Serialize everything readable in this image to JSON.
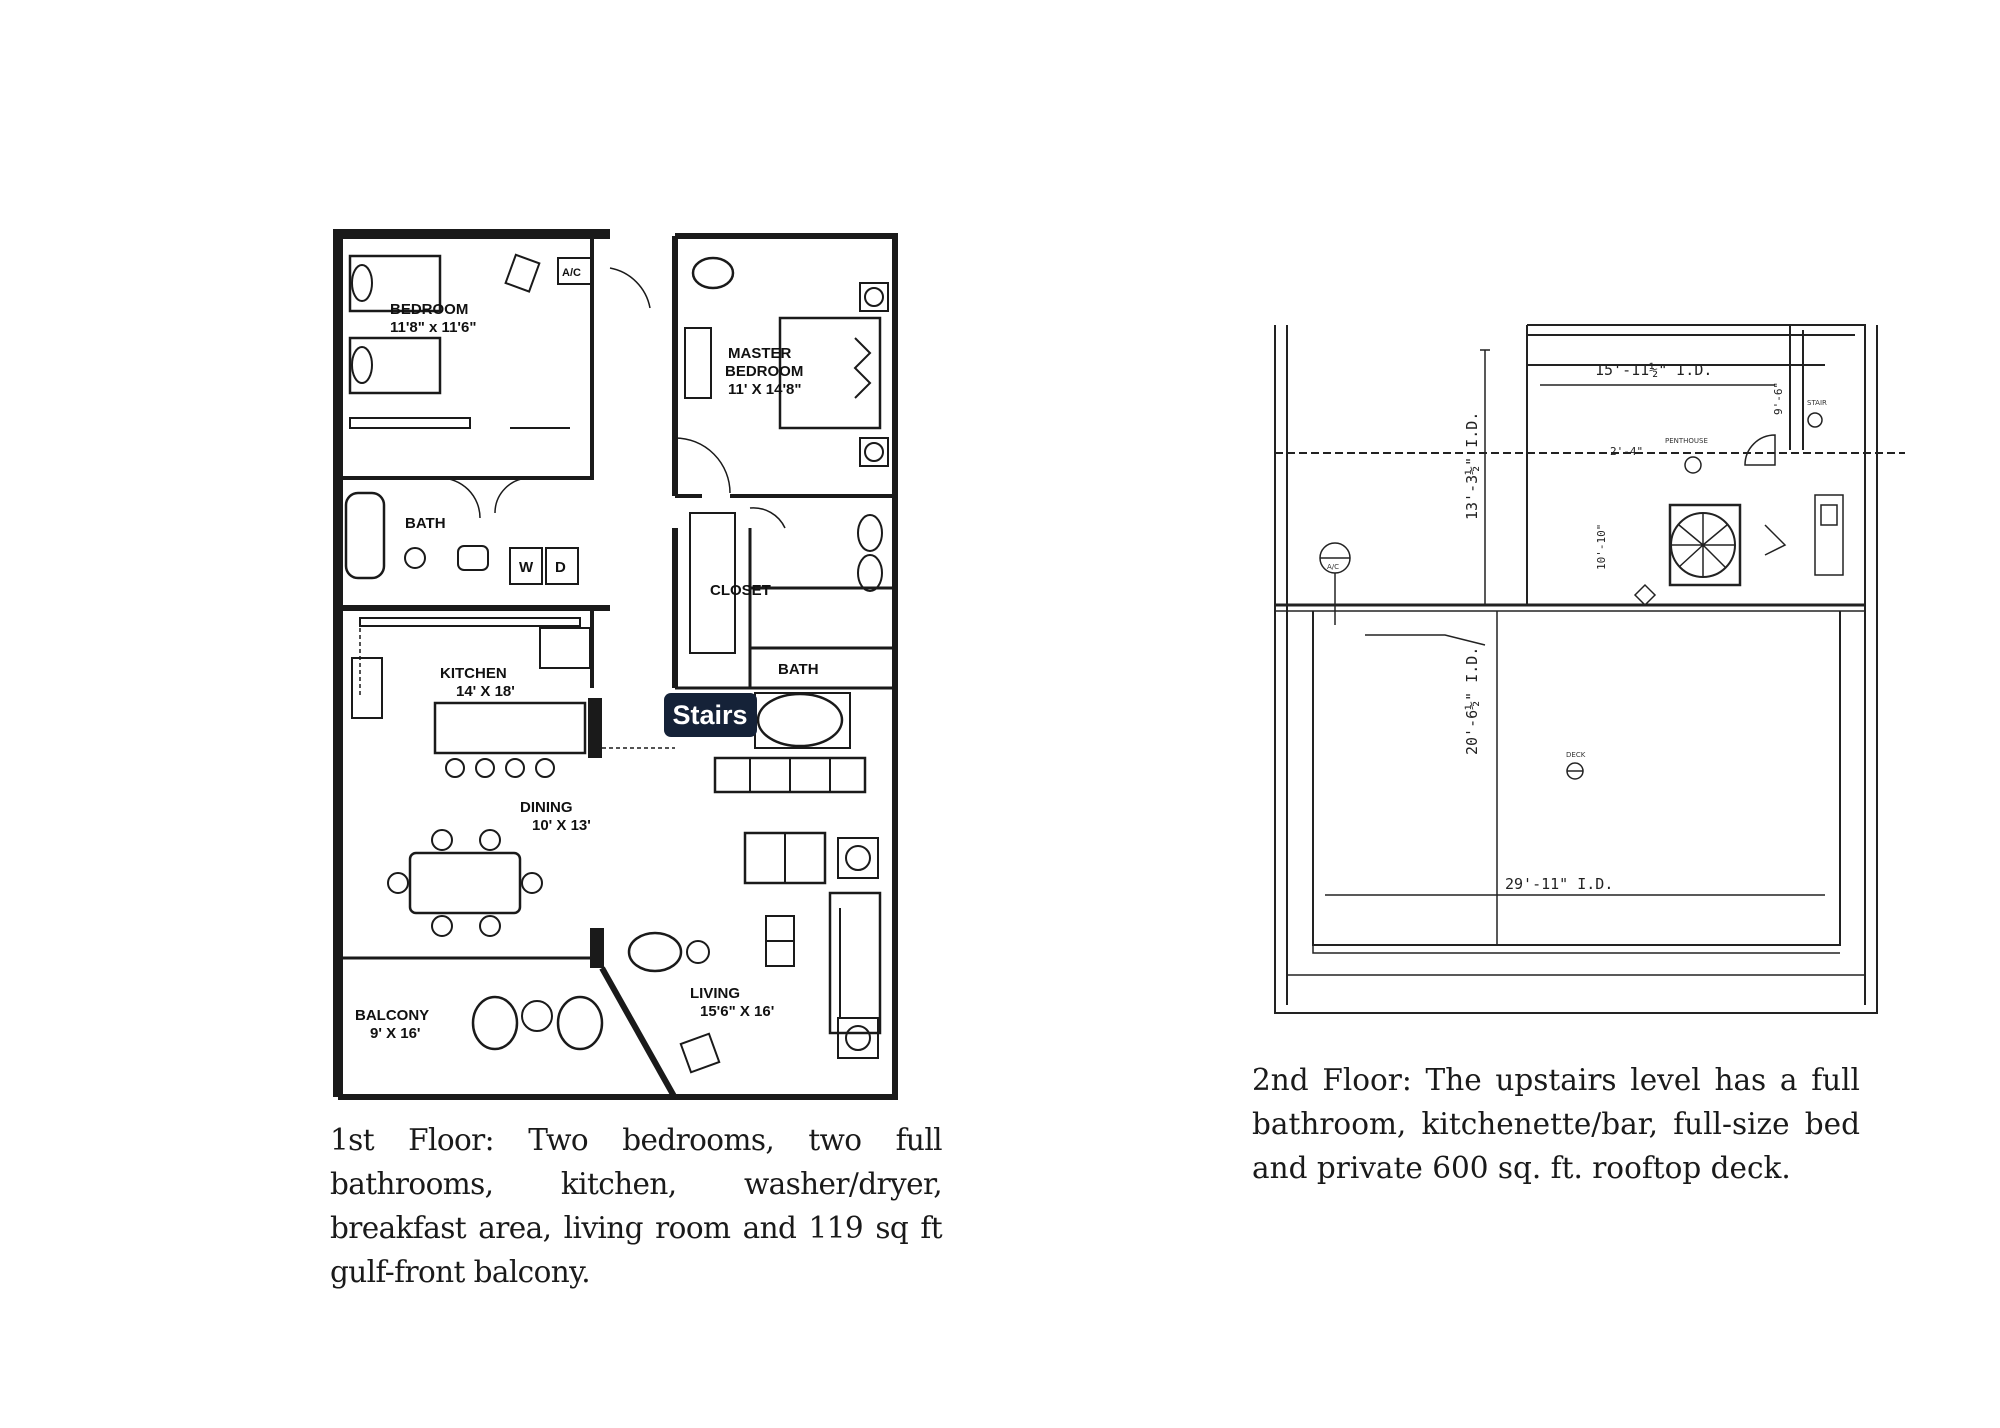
{
  "floor1": {
    "rooms": {
      "bedroom": {
        "name": "BEDROOM",
        "size": "11'8\" x 11'6\""
      },
      "ac": "A/C",
      "master": {
        "name_line1": "MASTER",
        "name_line2": "BEDROOM",
        "size": "11' X 14'8\""
      },
      "bath1": "BATH",
      "washer": "W",
      "dryer": "D",
      "closet": "CLOSET",
      "kitchen": {
        "name": "KITCHEN",
        "size": "14' X 18'"
      },
      "bath2": "BATH",
      "stairs": "Stairs",
      "dining": {
        "name": "DINING",
        "size": "10' X 13'"
      },
      "living": {
        "name": "LIVING",
        "size": "15'6\" X 16'"
      },
      "balcony": {
        "name": "BALCONY",
        "size": "9' X 16'"
      }
    },
    "caption": "1st Floor: Two bedrooms, two full bathrooms, kitchen, washer/dryer, breakfast area, living room and 119 sq ft gulf-front balcony."
  },
  "floor2": {
    "dimensions": {
      "penthouse_width": "15'-11½\" I.D.",
      "upper_height": "13'-3½\" I.D.",
      "deck_height": "20'-6½\" I.D.",
      "deck_width": "29'-11\" I.D.",
      "upper_right": "9'-6\"",
      "small_left": "10'-10\"",
      "small_mid": "2'-4\""
    },
    "labels": {
      "penthouse": "PENTHOUSE",
      "deck": "DECK",
      "stair": "STAIR",
      "unit": "A/C"
    },
    "caption": "2nd Floor: The upstairs level has a full bathroom, kitchenette/bar, full-size bed and private 600 sq. ft. rooftop deck."
  },
  "colors": {
    "wall": "#1a1a1a",
    "stairs_badge": "#152238",
    "stairs_text": "#ffffff"
  }
}
